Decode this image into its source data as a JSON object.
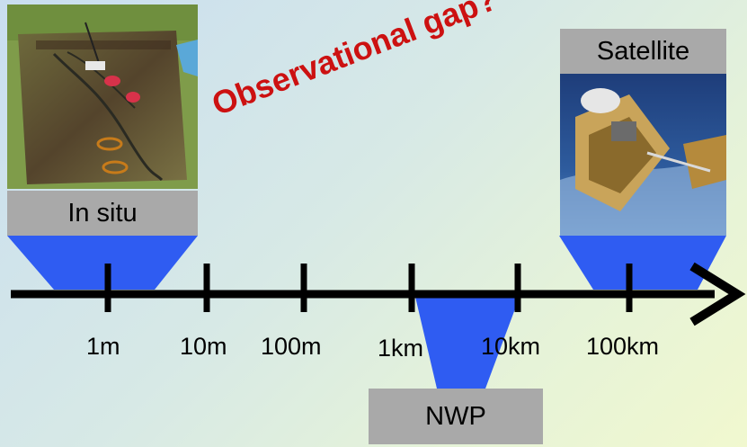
{
  "colors": {
    "funnel": "#2f5cf2",
    "axis": "#000000",
    "label_box": "#a9a9a9",
    "gap_text": "#cc1111"
  },
  "photos": {
    "in_situ": "soil-pit-sensors-photo",
    "satellite": "satellite-spacecraft-photo"
  },
  "labels": {
    "in_situ": "In situ",
    "satellite": "Satellite",
    "nwp": "NWP",
    "gap": "Observational gap?"
  },
  "scale_ticks": [
    "1m",
    "10m",
    "100m",
    "1km",
    "10km",
    "100km"
  ]
}
